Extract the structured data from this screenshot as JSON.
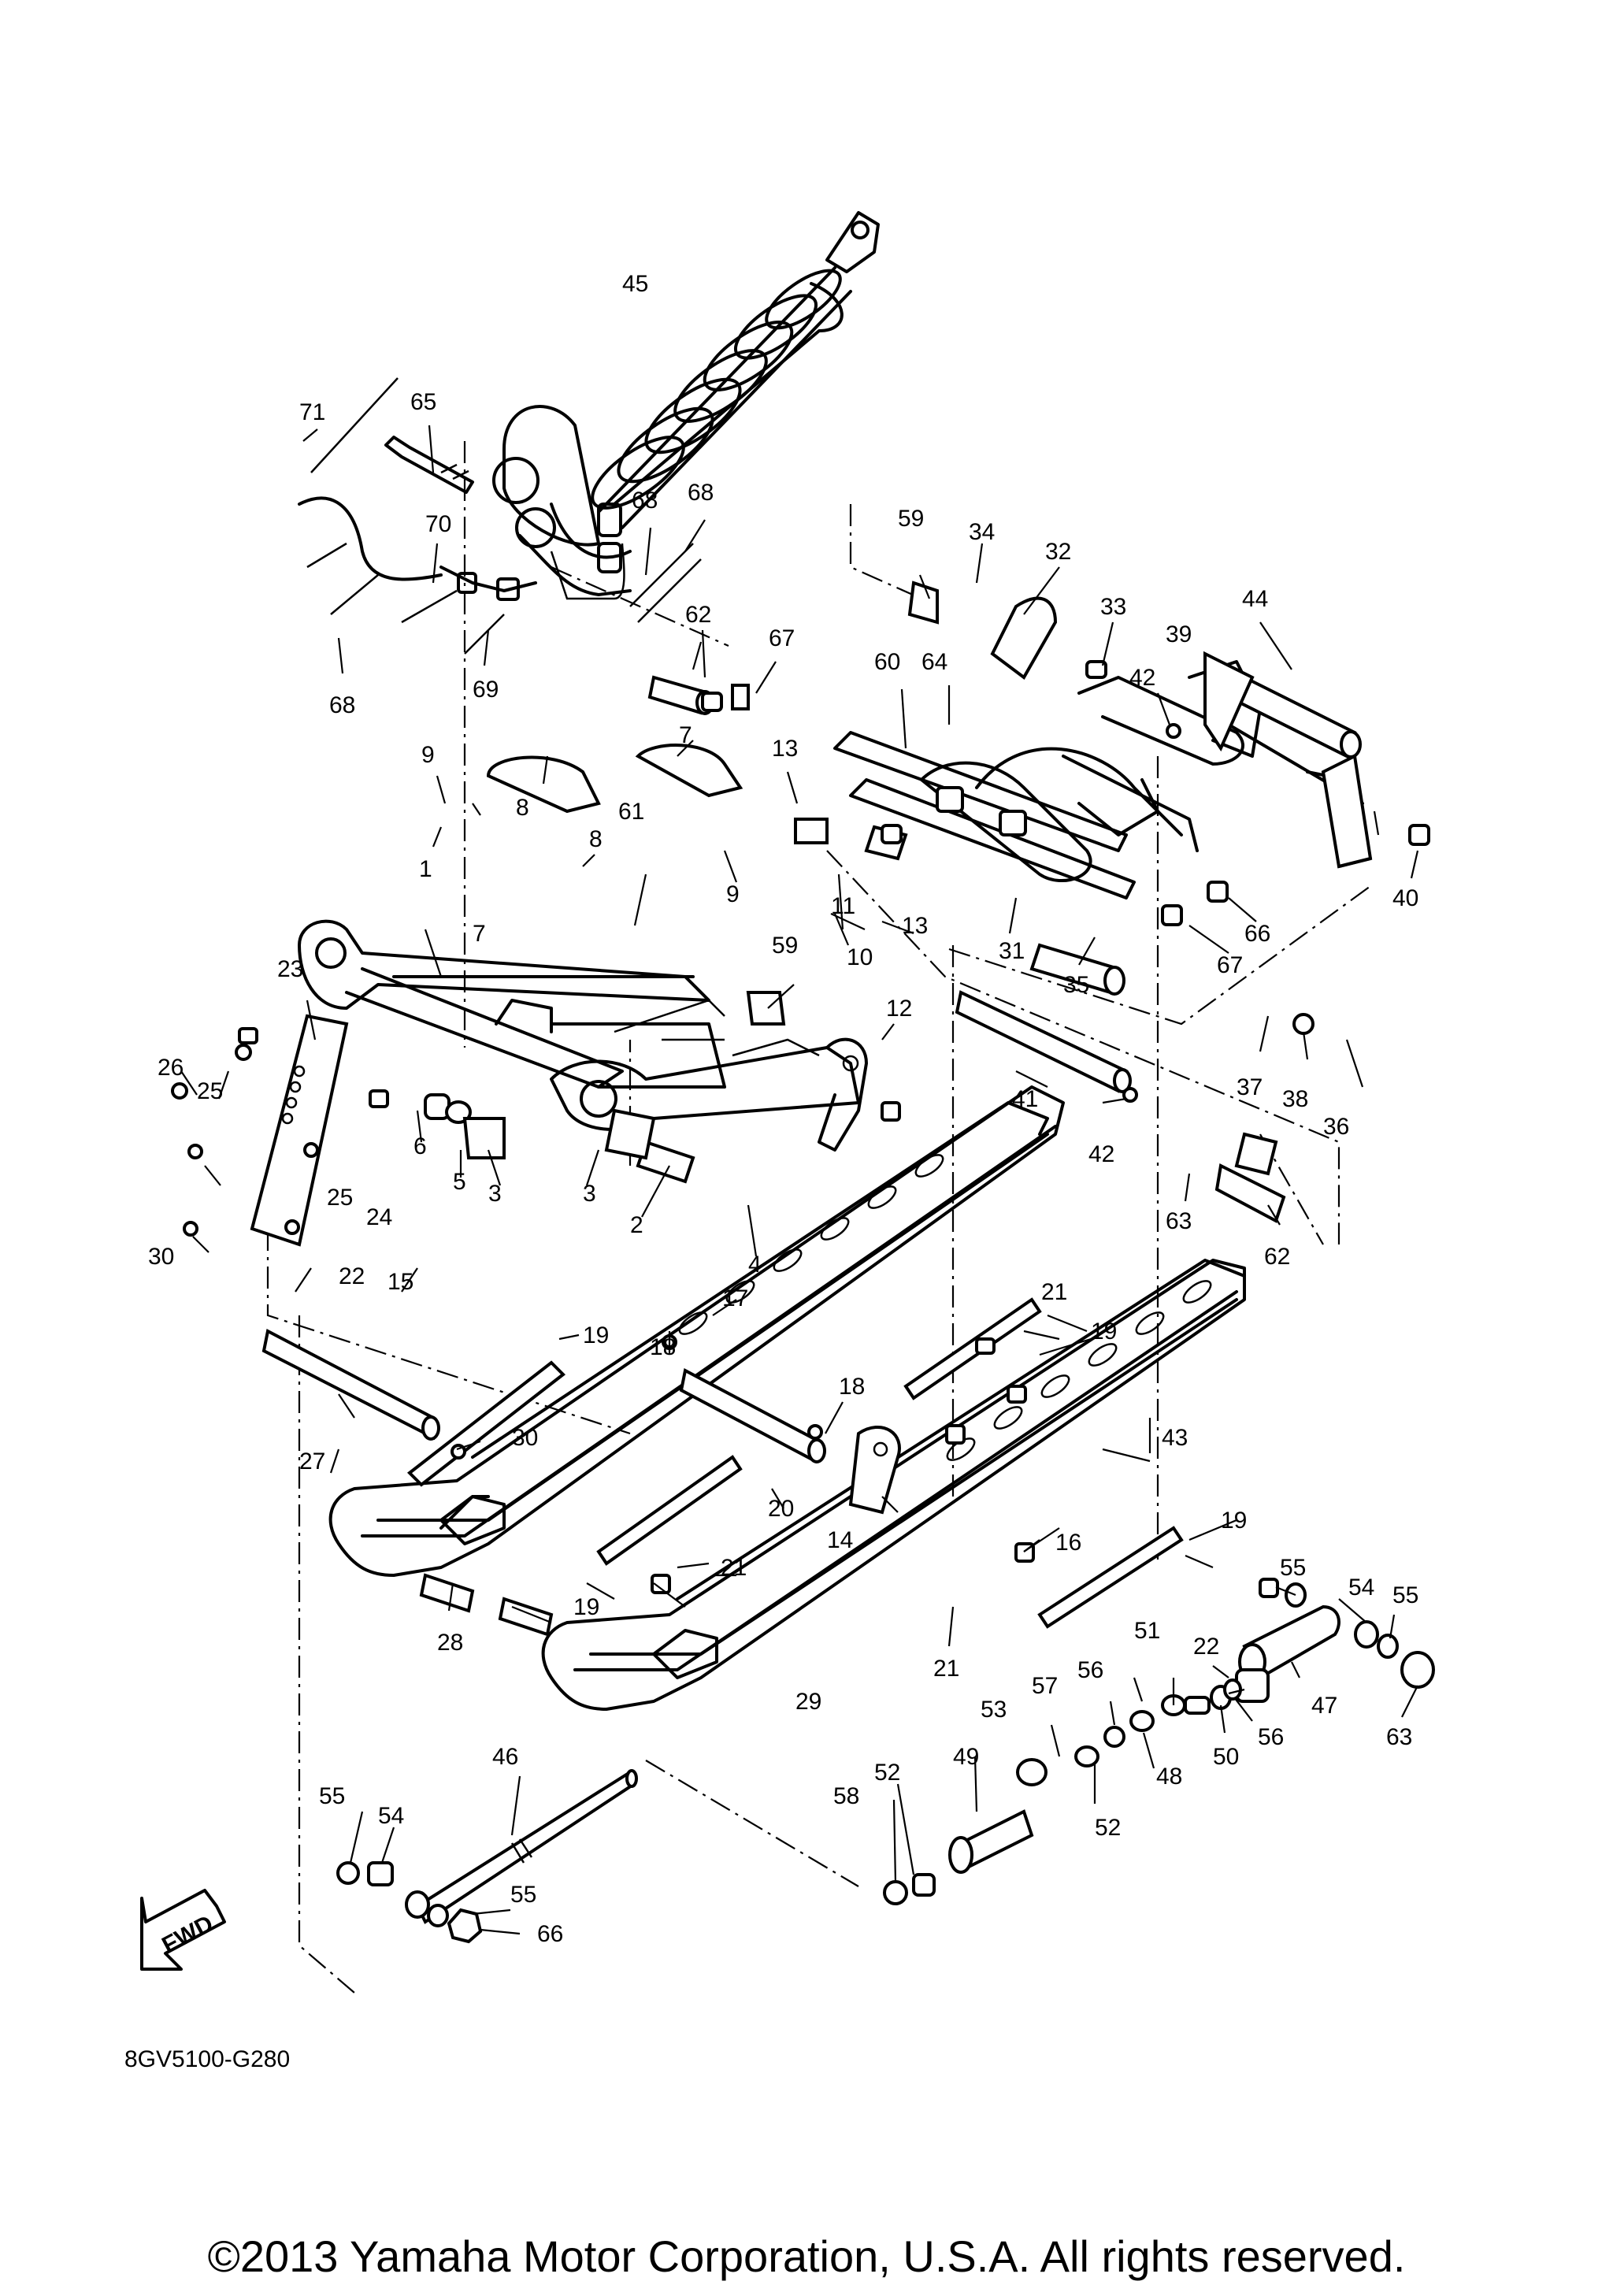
{
  "diagram": {
    "part_numbers": [
      "1",
      "2",
      "3",
      "4",
      "5",
      "6",
      "7",
      "8",
      "9",
      "10",
      "11",
      "12",
      "13",
      "14",
      "15",
      "16",
      "17",
      "18",
      "19",
      "20",
      "21",
      "22",
      "23",
      "24",
      "25",
      "26",
      "27",
      "28",
      "29",
      "30",
      "31",
      "32",
      "33",
      "34",
      "35",
      "36",
      "37",
      "38",
      "39",
      "40",
      "41",
      "42",
      "43",
      "44",
      "45",
      "46",
      "47",
      "48",
      "49",
      "50",
      "51",
      "52",
      "53",
      "54",
      "55",
      "56",
      "57",
      "58",
      "59",
      "60",
      "61",
      "62",
      "63",
      "64",
      "65",
      "66",
      "67",
      "68",
      "69",
      "70",
      "71"
    ],
    "fwd_label": "FWD",
    "diagram_code": "8GV5100-G280",
    "copyright": "©2013 Yamaha Motor Corporation, U.S.A. All rights reserved."
  }
}
